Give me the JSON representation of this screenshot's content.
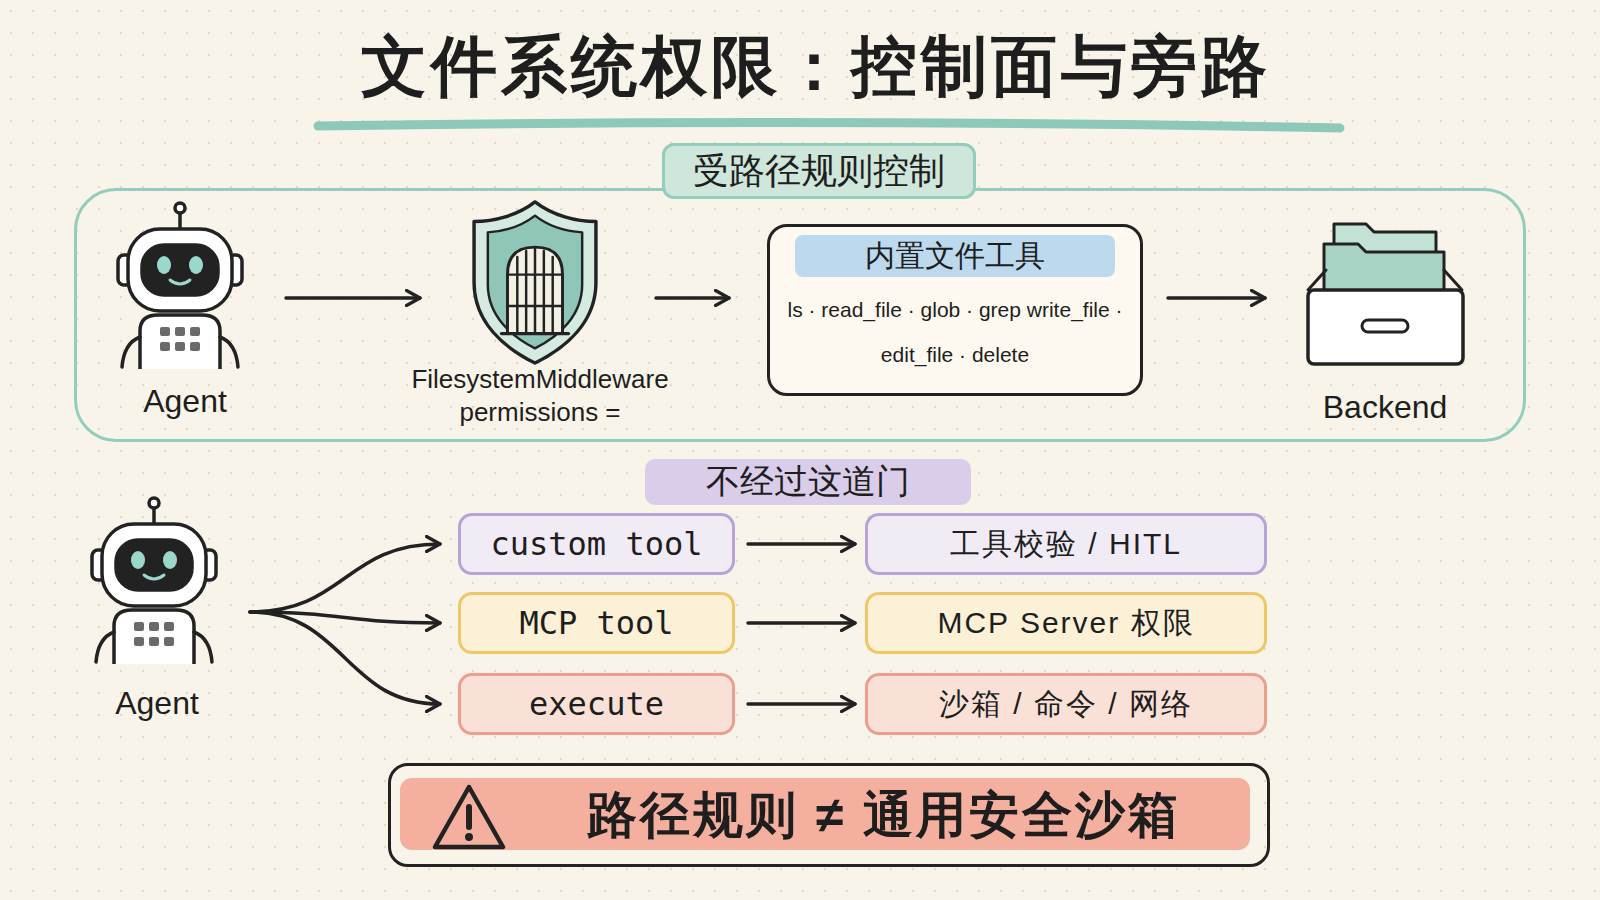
{
  "diagram": {
    "title": "文件系统权限：控制面与旁路",
    "nodes": [
      {
        "text": [
          "受路径规则控制"
        ]
      },
      {
        "text": [
          "Agent"
        ],
        "in": 0
      },
      {
        "text": [
          "FilesystemMiddleware permissions ="
        ],
        "in": 0
      },
      {
        "text": [
          "内置文件工具",
          "ls · read_file · glob · grep write_file · edit_file · delete"
        ],
        "in": 0
      },
      {
        "text": [
          "Backend"
        ],
        "in": 0
      },
      {
        "text": [
          "不经过这道门"
        ]
      },
      {
        "text": [
          "Agent"
        ]
      },
      {
        "text": [
          "custom tool"
        ]
      },
      {
        "text": [
          "工具校验 / HITL"
        ]
      },
      {
        "text": [
          "MCP tool"
        ]
      },
      {
        "text": [
          "MCP Server 权限"
        ]
      },
      {
        "text": [
          "execute"
        ]
      },
      {
        "text": [
          "沙箱 / 命令 / 网络"
        ]
      },
      {
        "text": [
          "路径规则 ≠ 通用安全沙箱"
        ]
      }
    ],
    "edges": [
      {
        "from": 1,
        "to": 2,
        "arrow": "to"
      },
      {
        "from": 2,
        "to": 3,
        "arrow": "to"
      },
      {
        "from": 3,
        "to": 4,
        "arrow": "to"
      },
      {
        "from": 6,
        "to": 7,
        "arrow": "to"
      },
      {
        "from": 6,
        "to": 9,
        "arrow": "to"
      },
      {
        "from": 6,
        "to": 11,
        "arrow": "to"
      },
      {
        "from": 7,
        "to": 8,
        "arrow": "to"
      },
      {
        "from": 9,
        "to": 10,
        "arrow": "to"
      },
      {
        "from": 11,
        "to": 12,
        "arrow": "to"
      }
    ]
  }
}
